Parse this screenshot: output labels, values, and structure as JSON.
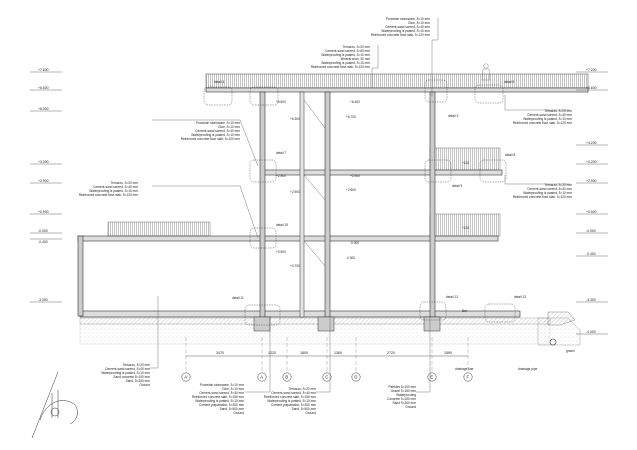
{
  "section": {
    "levels_left": [
      {
        "label": "+7.600"
      },
      {
        "label": "+6.600"
      },
      {
        "label": "+6.300"
      },
      {
        "label": "+3.300"
      },
      {
        "label": "+2.900"
      },
      {
        "label": "+0.900"
      },
      {
        "label": "-0.000"
      },
      {
        "label": "-0.400"
      },
      {
        "label": "-3.300"
      }
    ],
    "levels_right": [
      {
        "label": "+7.200"
      },
      {
        "label": "+6.600"
      },
      {
        "label": "+4.200"
      },
      {
        "label": "+3.200"
      },
      {
        "label": "+2.900"
      },
      {
        "label": "+0.900"
      },
      {
        "label": "-0.000"
      },
      {
        "label": "-0.400"
      },
      {
        "label": "-3.300"
      },
      {
        "label": "-4.000"
      }
    ],
    "floor_marks": [
      {
        "label": "+6.600"
      },
      {
        "label": "+6.300"
      },
      {
        "label": "+6.300"
      },
      {
        "label": "+6.700"
      },
      {
        "label": "+2.900"
      },
      {
        "label": "+2.900"
      },
      {
        "label": "+2.900"
      },
      {
        "label": "+2.600"
      },
      {
        "label": "-0.000"
      },
      {
        "label": "-0.300"
      },
      {
        "label": "+0.900"
      },
      {
        "label": "+0.700"
      }
    ],
    "details": [
      {
        "label": "detail 4"
      },
      {
        "label": "detail 5"
      },
      {
        "label": "detail 3"
      },
      {
        "label": "detail 7"
      },
      {
        "label": "detail 8"
      },
      {
        "label": "detail 9"
      },
      {
        "label": "detail 15"
      },
      {
        "label": "detail 11"
      },
      {
        "label": "detail 12"
      },
      {
        "label": "detail 13"
      }
    ],
    "notes": [
      {
        "label": "+102"
      },
      {
        "label": "+102"
      },
      {
        "label": "drainage line"
      },
      {
        "label": "drainage pipe"
      },
      {
        "label": "gravel"
      },
      {
        "label": "Bm"
      }
    ],
    "axes": [
      {
        "label": "A'"
      },
      {
        "label": "A"
      },
      {
        "label": "B"
      },
      {
        "label": "C"
      },
      {
        "label": "D"
      },
      {
        "label": "E"
      },
      {
        "label": "F"
      }
    ],
    "dims": [
      {
        "label": "3470"
      },
      {
        "label": "1220"
      },
      {
        "label": "1800"
      },
      {
        "label": "1360"
      },
      {
        "label": "2720"
      },
      {
        "label": "1590"
      }
    ]
  },
  "layer_notes": {
    "roof_top": [
      "Porcelain stoneware, δ=10 mm",
      "Glue, δ=10 mm",
      "Cement-sand screed, δ=40 mm",
      "Waterproofing is pasted, δ=10 mm",
      "Reinforced concrete floor slab, δ=120 mm"
    ],
    "roof_mid": [
      "Terrazzo, δ=20 mm",
      "Cement-sand screed, δ=60 mm",
      "Waterproofing is pasted, δ=10 mm",
      "Mineral wool, 30 mm",
      "Waterproofing is pasted, δ=10 mm",
      "Reinforced concrete floor slab, δ=120 mm"
    ],
    "right_top": [
      "Terrazzo, δ=20 mm",
      "Cement-sand screed, δ=40 mm",
      "Waterproofing is pasted, δ=10 mm",
      "Reinforced concrete floor slab, δ=120 mm"
    ],
    "left_upper": [
      "Porcelain stoneware, δ=10 mm",
      "Glue, δ=10 mm",
      "Cement-sand screed, δ=40 mm",
      "Waterproofing is pasted, δ=10 mm",
      "Reinforced concrete floor slab, δ=120 mm"
    ],
    "left_middle": [
      "Terrazzo, δ=20 mm",
      "Cement-sand screed, δ=40 mm",
      "Waterproofing is pasted, δ=10 mm",
      "Reinforced concrete floor slab, δ=120 mm"
    ],
    "right_middle": [
      "Terrazzo, δ=20 mm",
      "Cement-sand screed, δ=40 mm",
      "Waterproofing is pasted, δ=10 mm",
      "Reinforced concrete floor slab, δ=120 mm"
    ],
    "bottom_1": [
      "Terrazzo, δ=20 mm",
      "Cement-sand screed, δ=40 mm",
      "Waterproofing is pasted, δ=10 mm",
      "Sand concrete δ=100 mm",
      "Sand, δ=300 mm",
      "Ground"
    ],
    "bottom_2": [
      "Porcelain stoneware, δ=10 mm",
      "Glue, δ=10 mm",
      "Cement-sand screed, δ=40 mm",
      "Reinforced concrete slab, δ=150 mm",
      "Waterproofing is pasted, δ=10 mm",
      "Cement preparation, δ=300 mm",
      "Sand, δ=500 mm",
      "Ground"
    ],
    "bottom_3": [
      "Terrazzo, δ=20 mm",
      "Cement-sand screed, δ=40 mm",
      "Reinforced concrete slab, δ=150 mm",
      "Waterproofing is pasted, δ=10 mm",
      "Cement preparation, δ=300 mm",
      "Sand, δ=500 mm",
      "Ground"
    ],
    "bottom_4": [
      "Pebbles δ=100 mm",
      "Gravel δ=150 mm",
      "Waterproofing",
      "Concrete δ=100 mm",
      "Sand δ=300 mm",
      "Ground"
    ]
  }
}
